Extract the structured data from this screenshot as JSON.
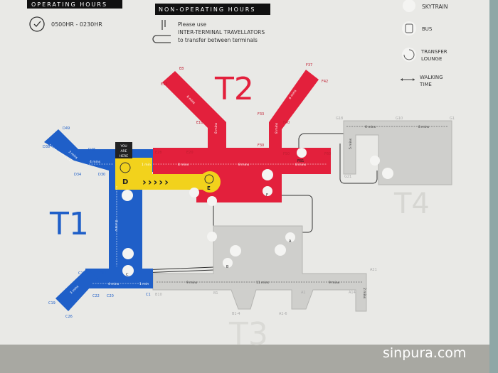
{
  "header": {
    "operating_title": "OPERATING HOURS",
    "operating_hours": "0500HR - 0230HR",
    "non_operating_title": "NON-OPERATING HOURS",
    "non_operating_line1": "Please use",
    "non_operating_line2": "INTER-TERMINAL TRAVELLATORS",
    "non_operating_line3": "to transfer between terminals"
  },
  "legend": {
    "skytrain": "SKYTRAIN",
    "bus": "BUS",
    "transfer_lounge_1": "TRANSFER",
    "transfer_lounge_2": "LOUNGE",
    "walking_1": "WALKING",
    "walking_2": "TIME"
  },
  "terminals": {
    "t1": "T1",
    "t2": "T2",
    "t3": "T3",
    "t4": "T4"
  },
  "you_are_here": [
    "YOU",
    "ARE",
    "HERE"
  ],
  "stations": {
    "d": "D",
    "e": "E",
    "c": "C",
    "f": "F",
    "a": "A",
    "b": "B"
  },
  "gates": {
    "e8": "E8",
    "e12": "E12",
    "e10": "E10",
    "e20": "E20",
    "e28": "E28",
    "f37": "F37",
    "f42": "F42",
    "f33": "F33",
    "f40": "F40",
    "f30": "F30",
    "f50": "F50",
    "f60": "F60",
    "fb1": "FB1",
    "d49": "D49",
    "d38": "D38",
    "d46": "D46",
    "d40": "D40",
    "d34": "D34",
    "d30": "D30",
    "c15": "C15",
    "c11": "C11",
    "c19": "C19",
    "c22": "C22",
    "c20": "C20",
    "c1": "C1",
    "c26": "C26",
    "b10": "B10",
    "b1": "B1",
    "b14": "B1-4",
    "a16": "A1-6",
    "a1": "A1",
    "a14": "A14",
    "a21": "A21",
    "g18": "G18",
    "g10": "G10",
    "g1": "G1",
    "g21": "G21"
  },
  "walk_times": {
    "d_arm": "3 mins",
    "d_bar": "4 mins",
    "d_to_e": "1 min",
    "e_bar": "8 mins",
    "f_bar": "8 mins",
    "f_end": "8 mins",
    "e_arm": "6 mins",
    "e_stem": "8 mins",
    "f_arm": "6 mins",
    "f_stem": "8 mins",
    "t1_stem": "8 mins",
    "c_bar": "4 mins",
    "c_to_b": "1 min",
    "c_arm": "3 mins",
    "t3_1": "9 mins",
    "t3_2": "11 mins",
    "t3_3": "9 mins",
    "t3_4": "2 mins",
    "t4_1": "6 mins",
    "t4_2": "8 mins",
    "t4_3": "5 mins"
  },
  "watermark": "sinpura.com",
  "colors": {
    "t1": "#1f5fc8",
    "t2": "#e3203c",
    "yellow": "#f2d21c",
    "grey": "#c9c9c6",
    "sign": "#e9e9e6"
  }
}
